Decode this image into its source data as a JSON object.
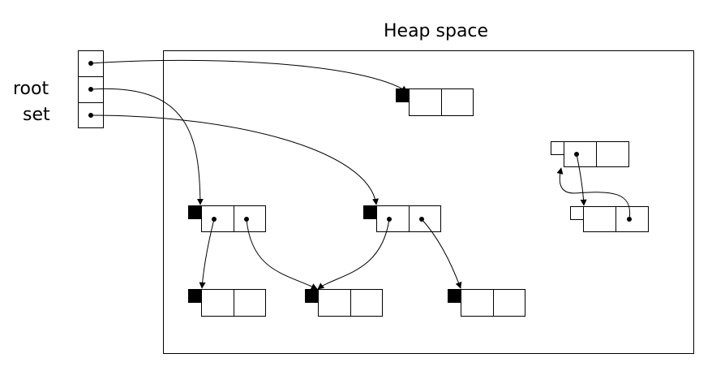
{
  "labels": {
    "heap_title": "Heap space",
    "root_line1": "root",
    "root_line2": "set"
  },
  "colors": {
    "stroke": "#000000",
    "background": "#ffffff"
  }
}
